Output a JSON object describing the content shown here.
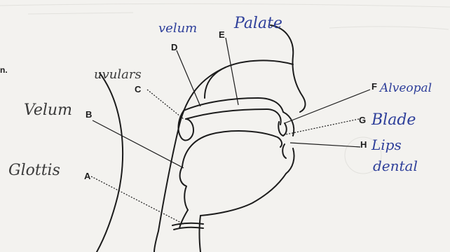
{
  "printed_labels": {
    "a": "A",
    "b": "B",
    "c": "C",
    "d": "D",
    "e": "E",
    "f": "F",
    "g": "G",
    "h": "H",
    "margin_fragment": "n."
  },
  "handwritten_labels": {
    "a": "Glottis",
    "b": "Velum",
    "c": "uvulars",
    "d": "velum",
    "e": "Palate",
    "f": "Alveopal",
    "g": "Blade",
    "h_line1": "Lips",
    "h_line2": "dental"
  },
  "colors": {
    "background": "#f3f2ef",
    "ink": "#1c1c1c",
    "pen": "#2e3f9a"
  }
}
